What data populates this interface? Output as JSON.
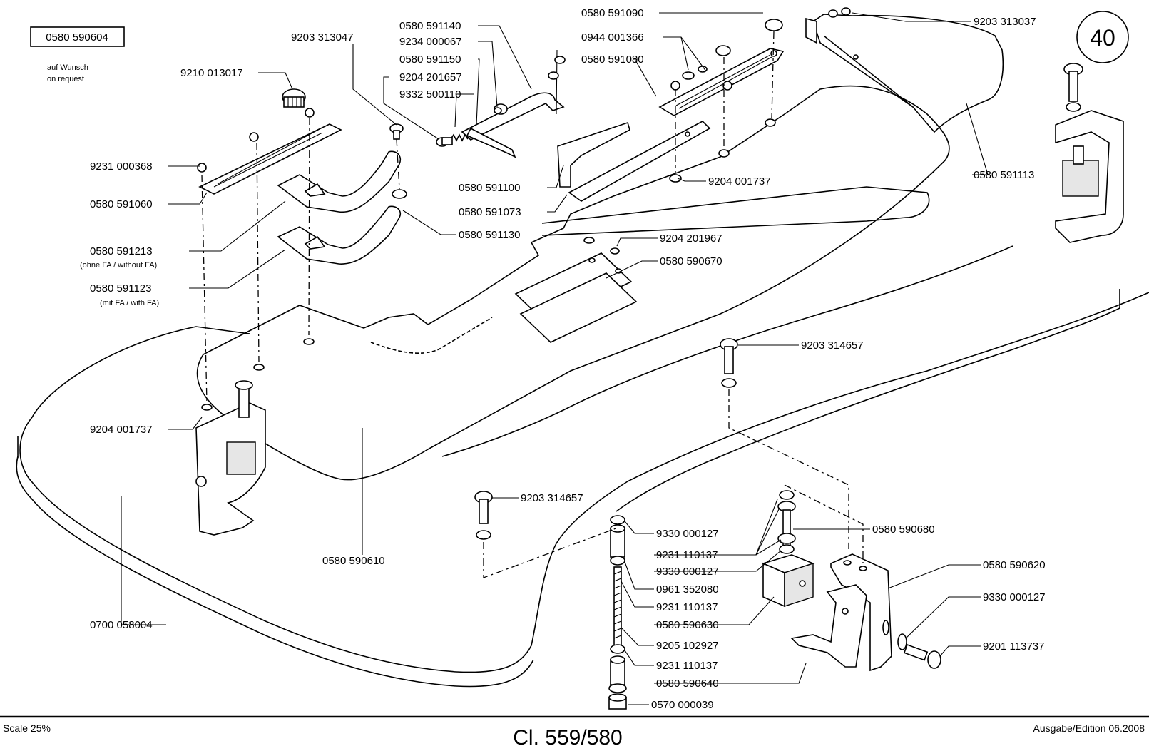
{
  "sheet": {
    "page_number": "40",
    "boxed_part_number": "0580 590604",
    "boxed_note_de": "auf Wunsch",
    "boxed_note_en": "on request",
    "scale": "Scale 25%",
    "model": "Cl. 559/580",
    "edition": "Ausgabe/Edition 06.2008"
  },
  "callouts": [
    {
      "id": "c_9210_013017",
      "text": "9210 013017"
    },
    {
      "id": "c_9203_313047",
      "text": "9203 313047"
    },
    {
      "id": "c_9231_000368",
      "text": "9231 000368"
    },
    {
      "id": "c_0580_591060",
      "text": "0580 591060"
    },
    {
      "id": "c_0580_591213",
      "text": "0580 591213",
      "note": "(ohne FA / without FA)"
    },
    {
      "id": "c_0580_591123",
      "text": "0580 591123",
      "note": "(mit FA / with FA)"
    },
    {
      "id": "c_9204_001737_left",
      "text": "9204 001737"
    },
    {
      "id": "c_0700_058004",
      "text": "0700 058004"
    },
    {
      "id": "c_0580_590610",
      "text": "0580 590610"
    },
    {
      "id": "c_0580_591140",
      "text": "0580 591140"
    },
    {
      "id": "c_9234_000067",
      "text": "9234 000067"
    },
    {
      "id": "c_0580_591150",
      "text": "0580 591150"
    },
    {
      "id": "c_9204_201657",
      "text": "9204 201657"
    },
    {
      "id": "c_9332_500110",
      "text": "9332 500110"
    },
    {
      "id": "c_0580_591130",
      "text": "0580 591130"
    },
    {
      "id": "c_0580_591100",
      "text": "0580 591100"
    },
    {
      "id": "c_0580_591073",
      "text": "0580 591073"
    },
    {
      "id": "c_0580_591090",
      "text": "0580 591090"
    },
    {
      "id": "c_0944_001366",
      "text": "0944 001366"
    },
    {
      "id": "c_0580_591080",
      "text": "0580 591080"
    },
    {
      "id": "c_9204_001737_mid",
      "text": "9204 001737"
    },
    {
      "id": "c_9203_313037",
      "text": "9203 313037"
    },
    {
      "id": "c_0580_591113",
      "text": "0580 591113"
    },
    {
      "id": "c_9204_201967",
      "text": "9204 201967"
    },
    {
      "id": "c_0580_590670",
      "text": "0580 590670"
    },
    {
      "id": "c_9203_314657_upper",
      "text": "9203 314657"
    },
    {
      "id": "c_9203_314657_lower",
      "text": "9203 314657"
    },
    {
      "id": "c_9330_000127_a",
      "text": "9330 000127"
    },
    {
      "id": "c_9231_110137_a",
      "text": "9231 110137"
    },
    {
      "id": "c_9330_000127_b",
      "text": "9330 000127"
    },
    {
      "id": "c_0961_352080",
      "text": "0961 352080"
    },
    {
      "id": "c_9231_110137_b",
      "text": "9231 110137"
    },
    {
      "id": "c_0580_590630",
      "text": "0580 590630"
    },
    {
      "id": "c_9205_102927",
      "text": "9205 102927"
    },
    {
      "id": "c_9231_110137_c",
      "text": "9231 110137"
    },
    {
      "id": "c_0580_590640",
      "text": "0580 590640"
    },
    {
      "id": "c_0570_000039",
      "text": "0570 000039"
    },
    {
      "id": "c_0580_590680",
      "text": "0580 590680"
    },
    {
      "id": "c_0580_590620",
      "text": "0580 590620"
    },
    {
      "id": "c_9330_000127_c",
      "text": "9330 000127"
    },
    {
      "id": "c_9201_113737",
      "text": "9201 113737"
    }
  ]
}
